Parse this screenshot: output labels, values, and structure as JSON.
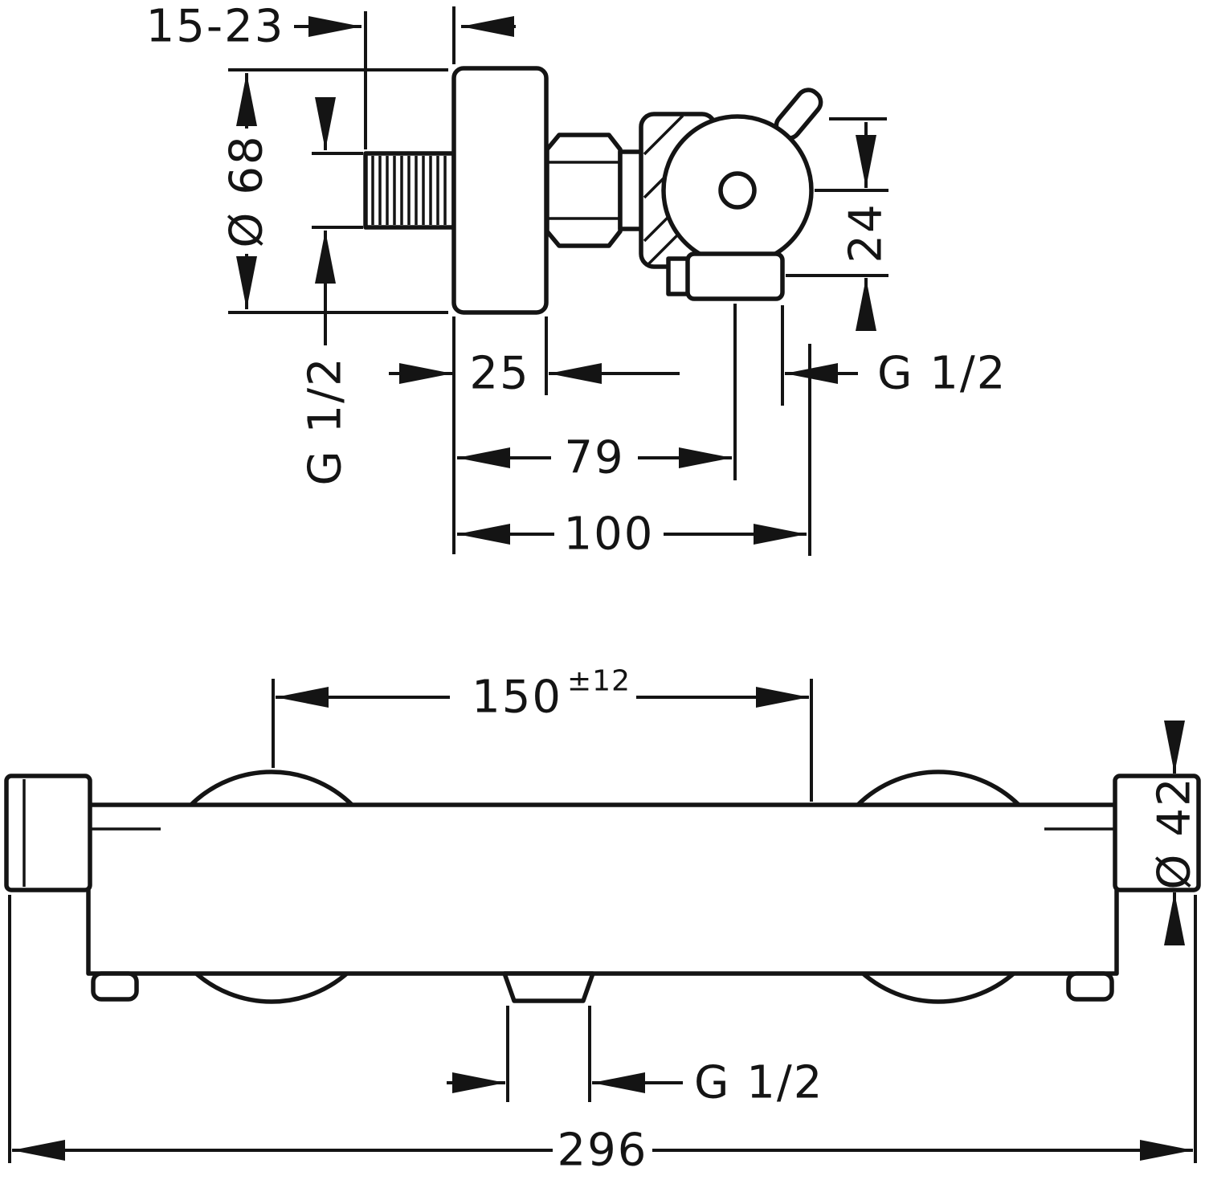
{
  "style": {
    "line": "#141414",
    "bg": "#ffffff"
  },
  "side_view": {
    "labels": {
      "wall_depth_range": "15-23",
      "escutcheon_diameter": "Ø 68",
      "inlet_thread": "G 1/2",
      "escutcheon_depth": "25",
      "outlet_offset": "24",
      "outlet_thread": "G 1/2",
      "depth_to_axis": "79",
      "total_projection": "100"
    }
  },
  "front_view": {
    "labels": {
      "connection_distance": "150",
      "connection_tolerance": "±12",
      "body_diameter": "Ø 42",
      "outlet_thread": "G 1/2",
      "overall_width": "296"
    }
  }
}
